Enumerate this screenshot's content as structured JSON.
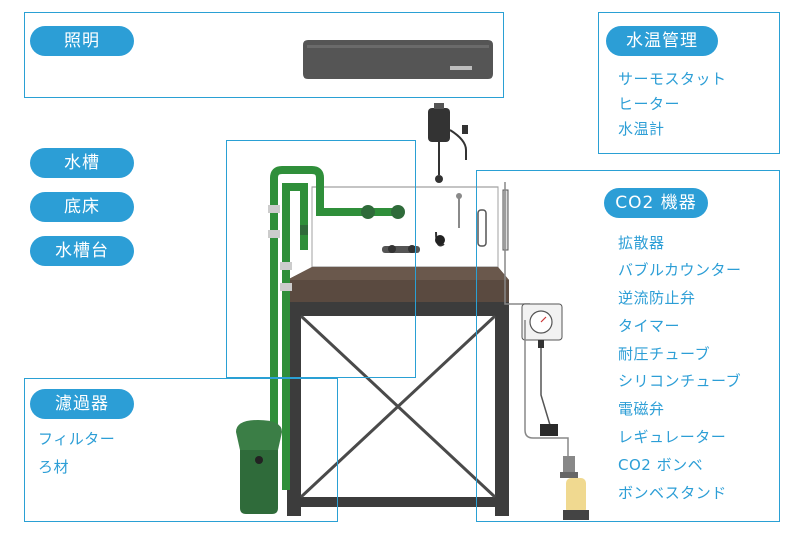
{
  "groups": {
    "lighting": {
      "label": "照明",
      "items": []
    },
    "temperature": {
      "label": "水温管理",
      "items": [
        "サーモスタット",
        "ヒーター",
        "水温計"
      ]
    },
    "tank": {
      "labels": [
        "水槽",
        "底床",
        "水槽台"
      ]
    },
    "co2": {
      "label": "CO2 機器",
      "items": [
        "拡散器",
        "バブルカウンター",
        "逆流防止弁",
        "タイマー",
        "耐圧チューブ",
        "シリコンチューブ",
        "電磁弁",
        "レギュレーター",
        "CO2 ボンベ",
        "ボンベスタンド"
      ]
    },
    "filter": {
      "label": "濾過器",
      "items": [
        "フィルター",
        "ろ材"
      ]
    }
  },
  "colors": {
    "accent": "#2c9ed6",
    "frame": "#2aa0d4",
    "stand": "#3c3c3c",
    "substrate": "#5a4a40",
    "pipe_green": "#2f8f3a",
    "filter_green": "#2f6b3a",
    "light_body": "#555555"
  }
}
